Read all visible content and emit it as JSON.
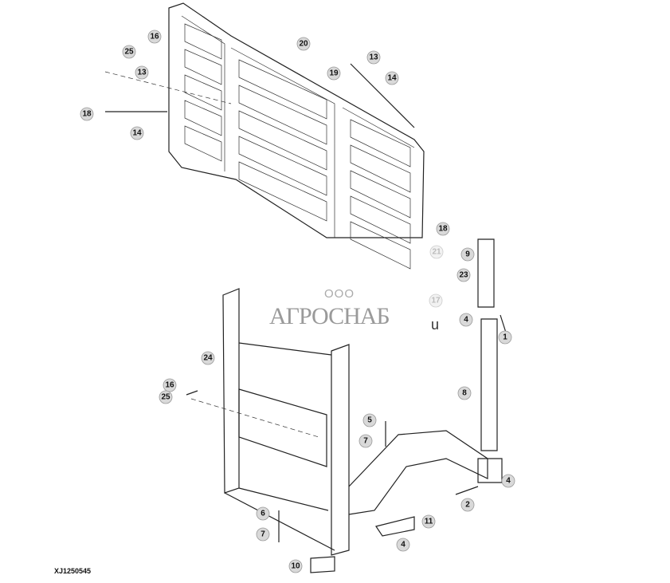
{
  "figure_id": "XJ1250545",
  "watermark": {
    "prefix": "ООО",
    "name": "АГРОСНАБ",
    "suffix": "u"
  },
  "callouts": [
    "16",
    "25",
    "13",
    "18",
    "14",
    "20",
    "19",
    "13",
    "14",
    "18",
    "9",
    "21",
    "23",
    "17",
    "4",
    "1",
    "24",
    "8",
    "16",
    "25",
    "5",
    "7",
    "4",
    "2",
    "6",
    "11",
    "7",
    "4",
    "10"
  ],
  "faded_callouts": [
    "21",
    "17"
  ]
}
